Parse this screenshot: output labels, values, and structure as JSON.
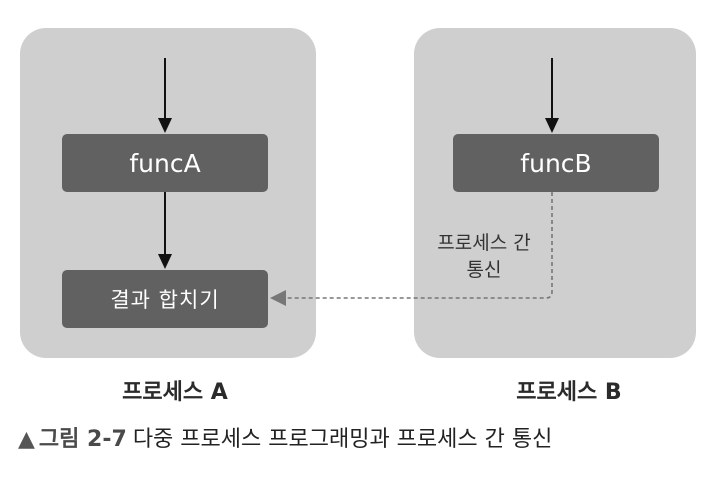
{
  "process_a": {
    "func_label": "funcA",
    "merge_label": "결과 합치기",
    "name": "프로세스 A"
  },
  "process_b": {
    "func_label": "funcB",
    "name": "프로세스 B"
  },
  "ipc_label_line1": "프로세스 간",
  "ipc_label_line2": "통신",
  "caption": {
    "marker": "▲",
    "figure_number": "그림 2-7",
    "text": "다중 프로세스 프로그래밍과 프로세스 간 통신"
  },
  "colors": {
    "panel": "#cfcfcf",
    "box": "#616161",
    "arrow": "#111111",
    "dashed": "#777777"
  }
}
